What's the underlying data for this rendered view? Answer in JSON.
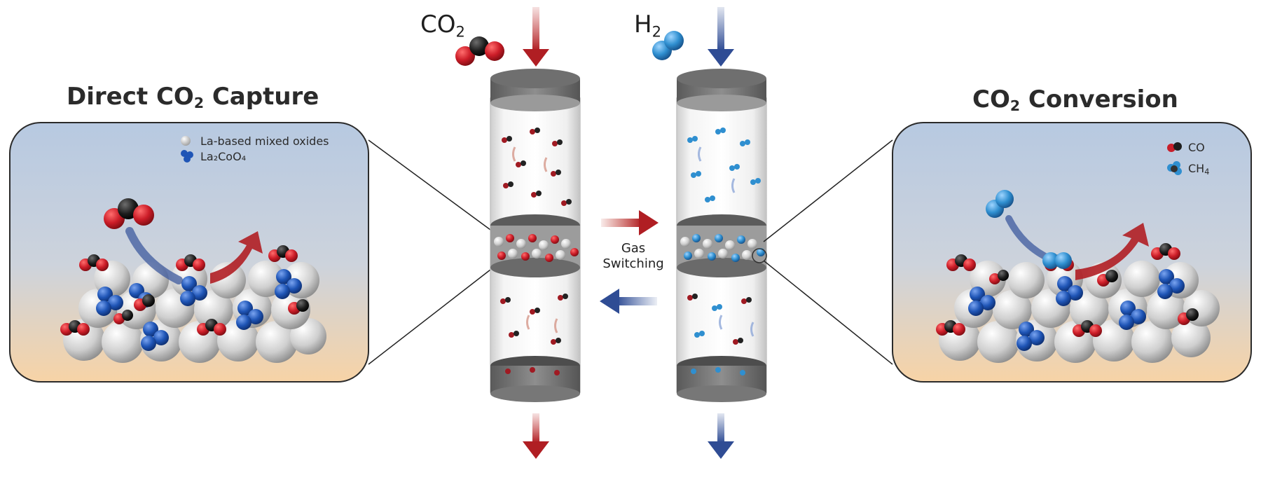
{
  "left_panel": {
    "title_pre": "Direct CO",
    "title_sub": "2",
    "title_post": " Capture",
    "legend": [
      {
        "label": "La-based mixed oxides",
        "icon": "grey-sphere-icon"
      },
      {
        "label": "La₂CoO₄",
        "icon": "blue-cluster-icon"
      }
    ]
  },
  "right_panel": {
    "title_pre": "CO",
    "title_sub": "2",
    "title_post": " Conversion",
    "legend": [
      {
        "label": "CO",
        "icon": "co-molecule-icon"
      },
      {
        "label_pre": "CH",
        "label_sub": "4",
        "icon": "ch4-molecule-icon"
      }
    ]
  },
  "inputs": {
    "co2_pre": "CO",
    "co2_sub": "2",
    "h2_pre": "H",
    "h2_sub": "2"
  },
  "switch": {
    "line1": "Gas",
    "line2": "Switching"
  },
  "colors": {
    "red": "#b3222a",
    "blue": "#3d5a9e",
    "carbon": "#1e1e1e",
    "oxygen": "#c81e2a",
    "hydrogen": "#2f8fd0",
    "panel_top": "#b9cbe2",
    "panel_bottom": "#f6d4a8"
  }
}
